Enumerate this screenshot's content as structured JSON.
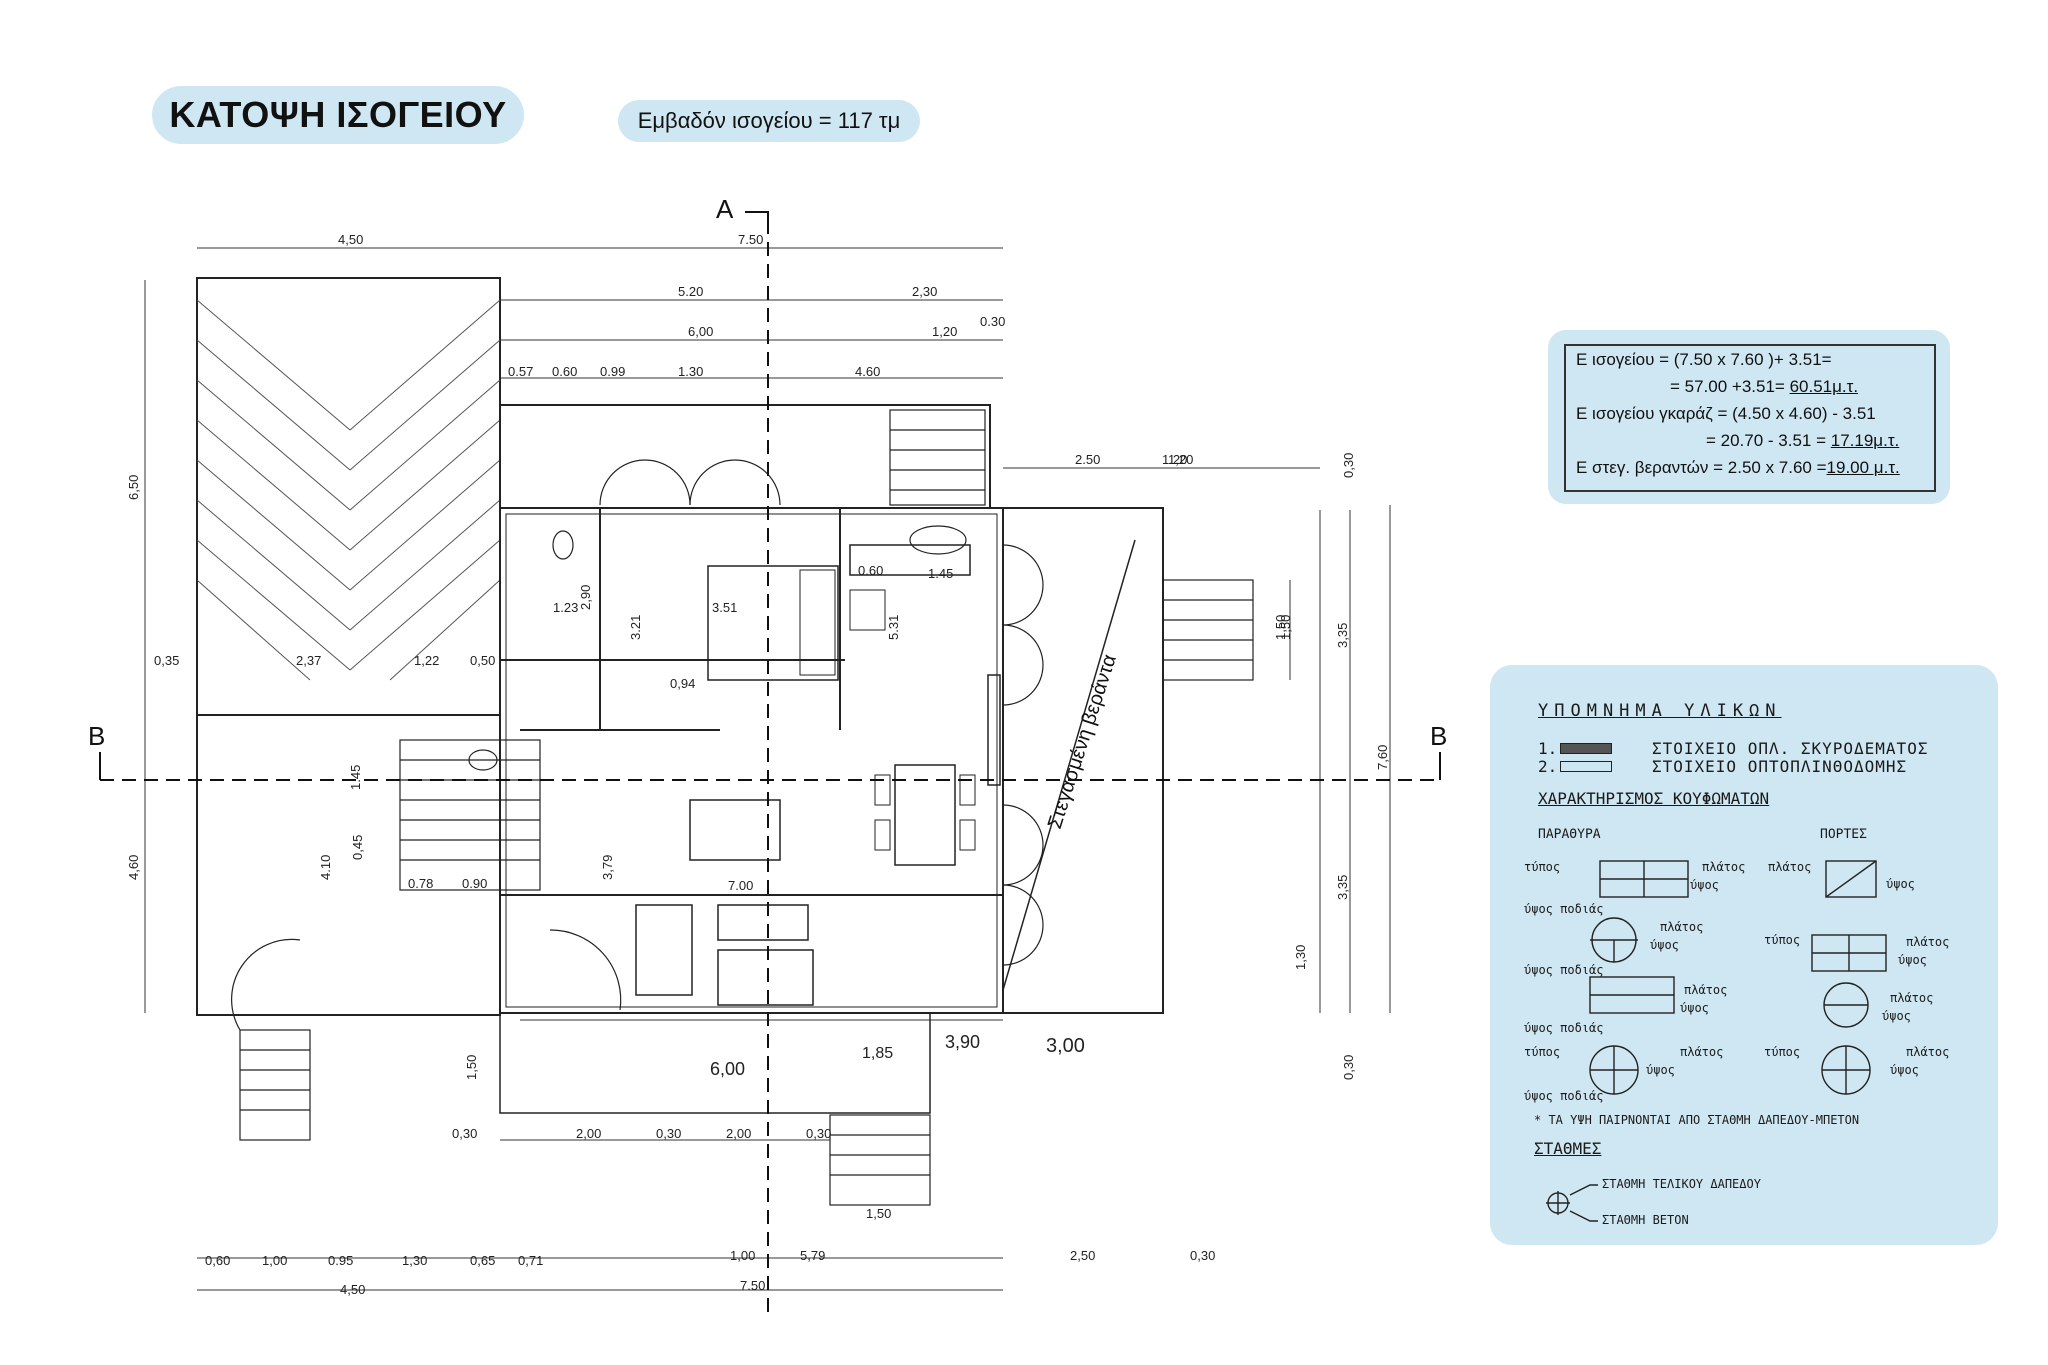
{
  "header": {
    "title": "ΚΑΤΟΨΗ ΙΣΟΓΕΙΟΥ",
    "area": "Εμβαδόν ισογείου = 117 τμ"
  },
  "calculations": {
    "line1": "Ε ισογείου = (7.50 x 7.60 )+ 3.51=",
    "line2_pre": "= 57.00 +3.51= ",
    "line2_val": "60.51μ.τ.",
    "line3": "Ε ισογείου γκαράζ = (4.50 x 4.60) - 3.51",
    "line4_pre": "= 20.70 - 3.51 = ",
    "line4_val": "17.19μ.τ.",
    "line5_pre": "Ε στεγ. βεραντών = 2.50 x 7.60 =",
    "line5_val": "19.00 μ.τ."
  },
  "legend": {
    "title": "ΥΠΟΜΝΗΜΑ  ΥΛΙΚΩΝ",
    "item1_num": "1.",
    "item1_text": "ΣΤΟΙΧΕΙΟ ΟΠΛ. ΣΚΥΡΟΔΕΜΑΤΟΣ",
    "item2_num": "2.",
    "item2_text": "ΣΤΟΙΧΕΙΟ ΟΠΤΟΠΛΙΝΘΟΔΟΜΗΣ",
    "openings_title": "ΧΑΡΑΚΤΗΡΙΣΜΟΣ ΚΟΥΦΩΜΑΤΩΝ",
    "windows": "ΠΑΡΑΘΥΡΑ",
    "doors": "ΠΟΡΤΕΣ",
    "type": "τύπος",
    "width": "πλάτος",
    "height": "ύψος",
    "sill": "ύψος ποδιάς",
    "note": "* ΤΑ ΥΨΗ ΠΑΙΡΝΟΝΤΑΙ ΑΠΟ ΣΤΑΘΜΗ ΔΑΠΕΔΟΥ-ΜΠΕΤΟΝ",
    "levels_title": "ΣΤΑΘΜΕΣ",
    "level_final": "ΣΤΑΘΜΗ ΤΕΛΙΚΟΥ ΔΑΠΕΔΟΥ",
    "level_concrete": "ΣΤΑΘΜΗ ΒΕΤΟΝ"
  },
  "plan": {
    "section_a": "A",
    "section_b": "B",
    "veranda_label": "Στεγασμένη βεράντα",
    "dims_top": [
      "4,50",
      "7.50",
      "5.20",
      "2,30",
      "6,00",
      "1,20",
      "0.30",
      "0.57",
      "0.60",
      "0.99",
      "1.30",
      "4.60",
      "2.50",
      "1.20"
    ],
    "dims_bottom": [
      "0,60",
      "1,00",
      "0.95",
      "1,30",
      "0,65",
      "0,71",
      "1,00",
      "5,79",
      "2,50",
      "0,30",
      "4,50",
      "7.50"
    ],
    "dims_left": [
      "6,50",
      "4,60"
    ],
    "dims_right": [
      "0,30",
      "3,35",
      "7,60",
      "3,35",
      "0,30",
      "1,50"
    ],
    "dims_inner": [
      "1.23",
      "2,90",
      "3.21",
      "3.51",
      "0.60",
      "1.45",
      "5.31",
      "0,94",
      "1,22",
      "0,50",
      "2,37",
      "0,35",
      "7.00",
      "3,79",
      "0.78",
      "0.90",
      "1.45",
      "0,45",
      "4.10",
      "1,50",
      "0,30",
      "2,00",
      "0,30",
      "2,00",
      "0,30",
      "1,50",
      "3,90",
      "3,00",
      "6,00",
      "1,85",
      "1,50",
      "1,20",
      "1,30"
    ]
  }
}
